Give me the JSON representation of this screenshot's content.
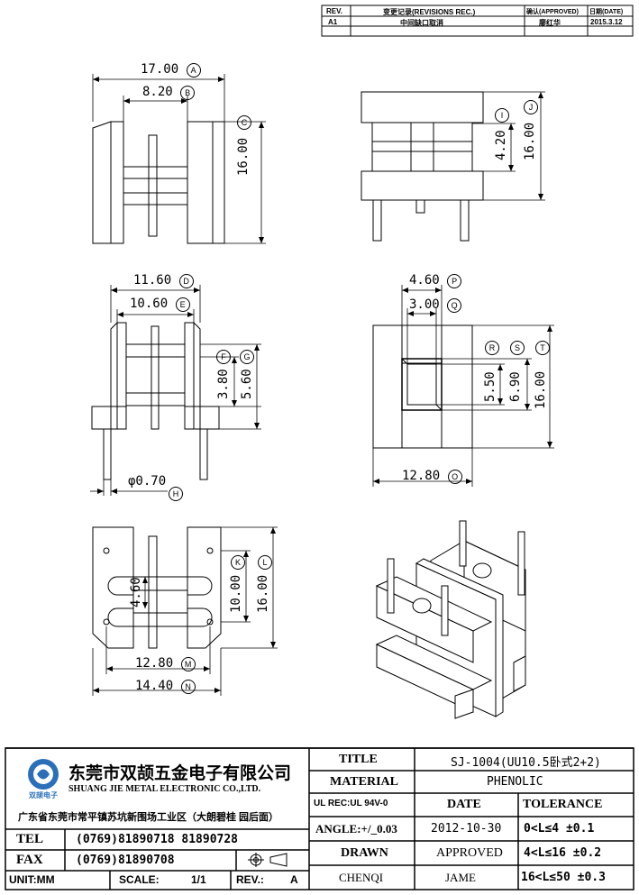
{
  "revision_table": {
    "headers": {
      "rev": "REV.",
      "record": "变更记录(REVISIONS REC.)",
      "approved": "确认(APPROVED)",
      "date": "日期(DATE)"
    },
    "row": {
      "rev": "A1",
      "record": "中间缺口取消",
      "approved": "廖红华",
      "date": "2015.3.12"
    }
  },
  "dimensions": {
    "A": "17.00",
    "B": "8.20",
    "C": "16.00",
    "I": "4.20",
    "J": "16.00",
    "D": "11.60",
    "E": "10.60",
    "F": "3.80",
    "G": "5.60",
    "H": "φ0.70",
    "P": "4.60",
    "Q": "3.00",
    "R": "5.50",
    "S": "6.90",
    "T": "16.00",
    "O": "12.80",
    "K": "10.00",
    "L": "16.00",
    "N_inner": "4.60",
    "M": "12.80",
    "N": "14.40"
  },
  "dimension_markers": {
    "A": "A",
    "B": "B",
    "C": "C",
    "D": "D",
    "E": "E",
    "F": "F",
    "G": "G",
    "H": "H",
    "I": "I",
    "J": "J",
    "K": "K",
    "L": "L",
    "M": "M",
    "N": "N",
    "O": "O",
    "P": "P",
    "Q": "Q",
    "R": "R",
    "S": "S",
    "T": "T"
  },
  "title_block": {
    "company_cn": "东莞市双颉五金电子有限公司",
    "company_en": "SHUANG JIE METAL ELECTRONIC CO.,LTD.",
    "logo_text": "双颉电子",
    "address": "广东省东莞市常平镇苏坑新围场工业区（大朗碧桂 园后面）",
    "tel_label": "TEL",
    "tel_value": "(0769)81890718 81890728",
    "fax_label": "FAX",
    "fax_value": "(0769)81890708",
    "unit": "UNIT:MM",
    "scale_label": "SCALE:",
    "scale_value": "1/1",
    "rev_label": "REV.:",
    "rev_value": "A",
    "title_label": "TITLE",
    "title_value": "SJ-1004(UU10.5卧式2+2)",
    "material_label": "MATERIAL",
    "material_value": "PHENOLIC",
    "ul_label": "UL REC:UL 94V-0",
    "date_label": "DATE",
    "tolerance_label": "TOLERANCE",
    "angle_label": "ANGLE:+/_0.03",
    "date_value": "2012-10-30",
    "tol1": "0<L≤4  ±0.1",
    "drawn_label": "DRAWN",
    "approved_label": "APPROVED",
    "tol2": "4<L≤16 ±0.2",
    "drawn_value": "CHENQI",
    "approved_value": "JAME",
    "tol3": "16<L≤50 ±0.3"
  }
}
